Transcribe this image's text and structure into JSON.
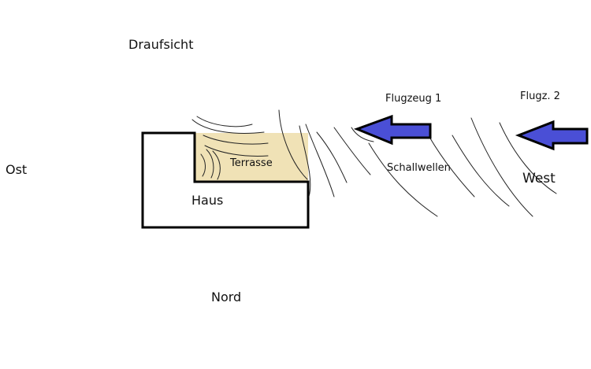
{
  "labels": {
    "title": "Draufsicht",
    "east": "Ost",
    "west": "West",
    "north": "Nord",
    "house": "Haus",
    "terrace": "Terrasse",
    "sound_waves": "Schallwellen",
    "plane_1": "Flugzeug 1",
    "plane_2": "Flugz. 2"
  },
  "colors": {
    "terrace_fill": "#f0e2b6",
    "arrow_fill": "#4a4fd6",
    "outline": "#000000",
    "wave_stroke": "#222222"
  }
}
